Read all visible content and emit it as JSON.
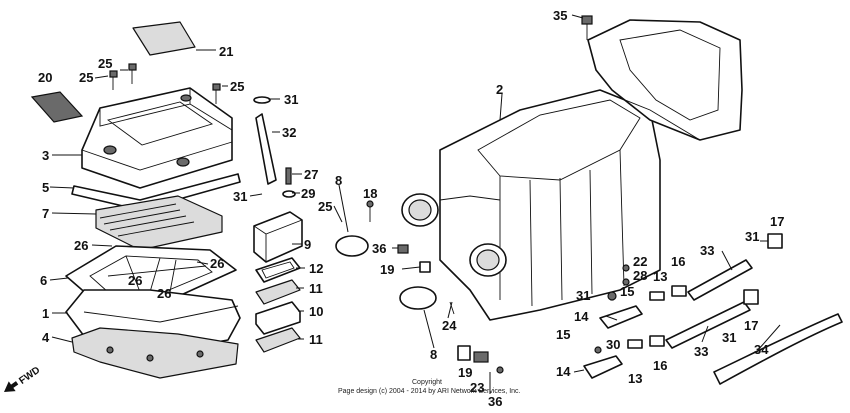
{
  "callouts": [
    {
      "id": "c35",
      "label": "35"
    },
    {
      "id": "c21",
      "label": "21"
    },
    {
      "id": "c25a",
      "label": "25"
    },
    {
      "id": "c25b",
      "label": "25"
    },
    {
      "id": "c20",
      "label": "20"
    },
    {
      "id": "c25c",
      "label": "25"
    },
    {
      "id": "c31a",
      "label": "31"
    },
    {
      "id": "c2",
      "label": "2"
    },
    {
      "id": "c32",
      "label": "32"
    },
    {
      "id": "c3",
      "label": "3"
    },
    {
      "id": "c27",
      "label": "27"
    },
    {
      "id": "c8a",
      "label": "8"
    },
    {
      "id": "c31b",
      "label": "31"
    },
    {
      "id": "c29",
      "label": "29"
    },
    {
      "id": "c18",
      "label": "18"
    },
    {
      "id": "c5",
      "label": "5"
    },
    {
      "id": "c25d",
      "label": "25"
    },
    {
      "id": "c7",
      "label": "7"
    },
    {
      "id": "c17a",
      "label": "17"
    },
    {
      "id": "c31c",
      "label": "31"
    },
    {
      "id": "c26a",
      "label": "26"
    },
    {
      "id": "c9",
      "label": "9"
    },
    {
      "id": "c36a",
      "label": "36"
    },
    {
      "id": "c33a",
      "label": "33"
    },
    {
      "id": "c16a",
      "label": "16"
    },
    {
      "id": "c22",
      "label": "22"
    },
    {
      "id": "c26b",
      "label": "26"
    },
    {
      "id": "c12",
      "label": "12"
    },
    {
      "id": "c19a",
      "label": "19"
    },
    {
      "id": "c28",
      "label": "28"
    },
    {
      "id": "c13a",
      "label": "13"
    },
    {
      "id": "c6",
      "label": "6"
    },
    {
      "id": "c26c",
      "label": "26"
    },
    {
      "id": "c11a",
      "label": "11"
    },
    {
      "id": "c15a",
      "label": "15"
    },
    {
      "id": "c31d",
      "label": "31"
    },
    {
      "id": "c26d",
      "label": "26"
    },
    {
      "id": "c14a",
      "label": "14"
    },
    {
      "id": "c1",
      "label": "1"
    },
    {
      "id": "c10",
      "label": "10"
    },
    {
      "id": "c24",
      "label": "24"
    },
    {
      "id": "c31e",
      "label": "31"
    },
    {
      "id": "c17b",
      "label": "17"
    },
    {
      "id": "c15b",
      "label": "15"
    },
    {
      "id": "c4",
      "label": "4"
    },
    {
      "id": "c11b",
      "label": "11"
    },
    {
      "id": "c30",
      "label": "30"
    },
    {
      "id": "c8b",
      "label": "8"
    },
    {
      "id": "c33b",
      "label": "33"
    },
    {
      "id": "c34",
      "label": "34"
    },
    {
      "id": "c19b",
      "label": "19"
    },
    {
      "id": "c16b",
      "label": "16"
    },
    {
      "id": "c13b",
      "label": "13"
    },
    {
      "id": "c14b",
      "label": "14"
    },
    {
      "id": "c23",
      "label": "23"
    },
    {
      "id": "c36b",
      "label": "36"
    }
  ],
  "fwd_label": "FWD",
  "copyright": {
    "line1": "Copyright",
    "line2": "Page design (c) 2004 - 2014 by ARI Network Services, Inc."
  }
}
